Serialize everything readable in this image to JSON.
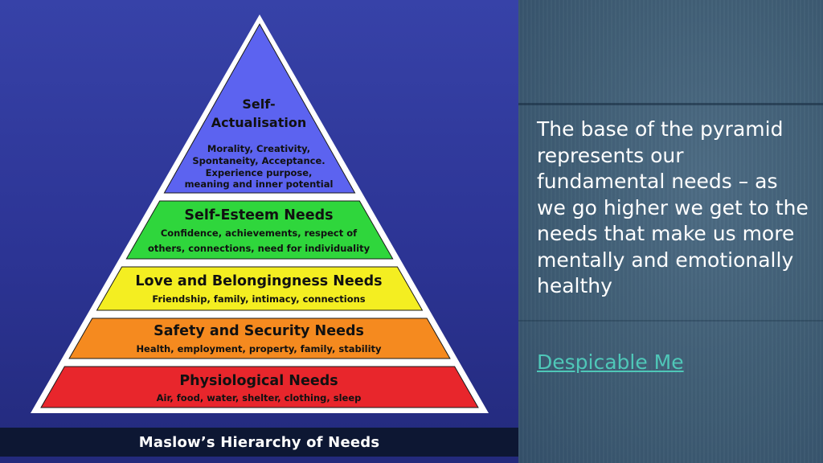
{
  "diagram": {
    "caption": "Maslow’s Hierarchy of Needs",
    "levels": [
      {
        "title_lines": [
          "Self-",
          "Actualisation"
        ],
        "desc_lines": [
          "Morality, Creativity,",
          "Spontaneity, Acceptance.",
          "Experience purpose,",
          "meaning and inner potential"
        ],
        "color": "#5c63f0"
      },
      {
        "title_lines": [
          "Self-Esteem Needs"
        ],
        "desc_lines": [
          "Confidence, achievements, respect of",
          "others, connections, need for individuality"
        ],
        "color": "#2fd63c"
      },
      {
        "title_lines": [
          "Love and Belongingness Needs"
        ],
        "desc_lines": [
          "Friendship, family, intimacy, connections"
        ],
        "color": "#f4ee21"
      },
      {
        "title_lines": [
          "Safety and Security Needs"
        ],
        "desc_lines": [
          "Health, employment, property, family, stability"
        ],
        "color": "#f58a1f"
      },
      {
        "title_lines": [
          "Physiological Needs"
        ],
        "desc_lines": [
          "Air, food, water, shelter, clothing, sleep"
        ],
        "color": "#e8262c"
      }
    ]
  },
  "panel": {
    "body": "The base of the pyramid represents our fundamental needs – as we go higher we get to the needs that make us more mentally and emotionally healthy",
    "link": "Despicable Me",
    "link_color": "#4fc7b8"
  }
}
